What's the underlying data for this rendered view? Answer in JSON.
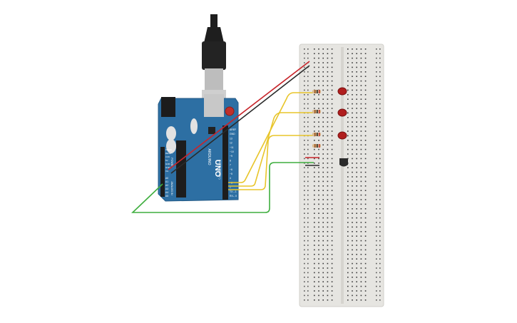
{
  "board": {
    "model": "UNO",
    "brand": "ARDUINO",
    "digital_label": "DIGITAL (PWM~)",
    "analog_label": "ANALOG IN",
    "power_label": "POWER",
    "pin_labels_digital": [
      "AREF",
      "GND",
      "13",
      "12",
      "~11",
      "~10",
      "~9",
      "8",
      "7",
      "~6",
      "~5",
      "4",
      "~3",
      "2",
      "TX→1",
      "RX←0"
    ],
    "pin_labels_analog": [
      "A0",
      "A1",
      "A2",
      "A3",
      "A4",
      "A5"
    ],
    "pin_labels_power": [
      "IOREF",
      "RESET",
      "3.3V",
      "5V",
      "GND",
      "GND",
      "Vin"
    ]
  },
  "colors": {
    "board": "#2d6fa3",
    "breadboard": "#e6e5e1",
    "wire_power": "#c8252b",
    "wire_ground": "#2a2a2a",
    "wire_signal": "#e8c52a",
    "wire_sensor": "#3fae3f",
    "led": "#b01e1e",
    "sensor": "#2b2b2b"
  },
  "components": {
    "leds": [
      "led-1",
      "led-2",
      "led-3"
    ],
    "resistors": [
      "resistor-1",
      "resistor-2",
      "resistor-3"
    ],
    "sensor": "temperature-sensor"
  }
}
